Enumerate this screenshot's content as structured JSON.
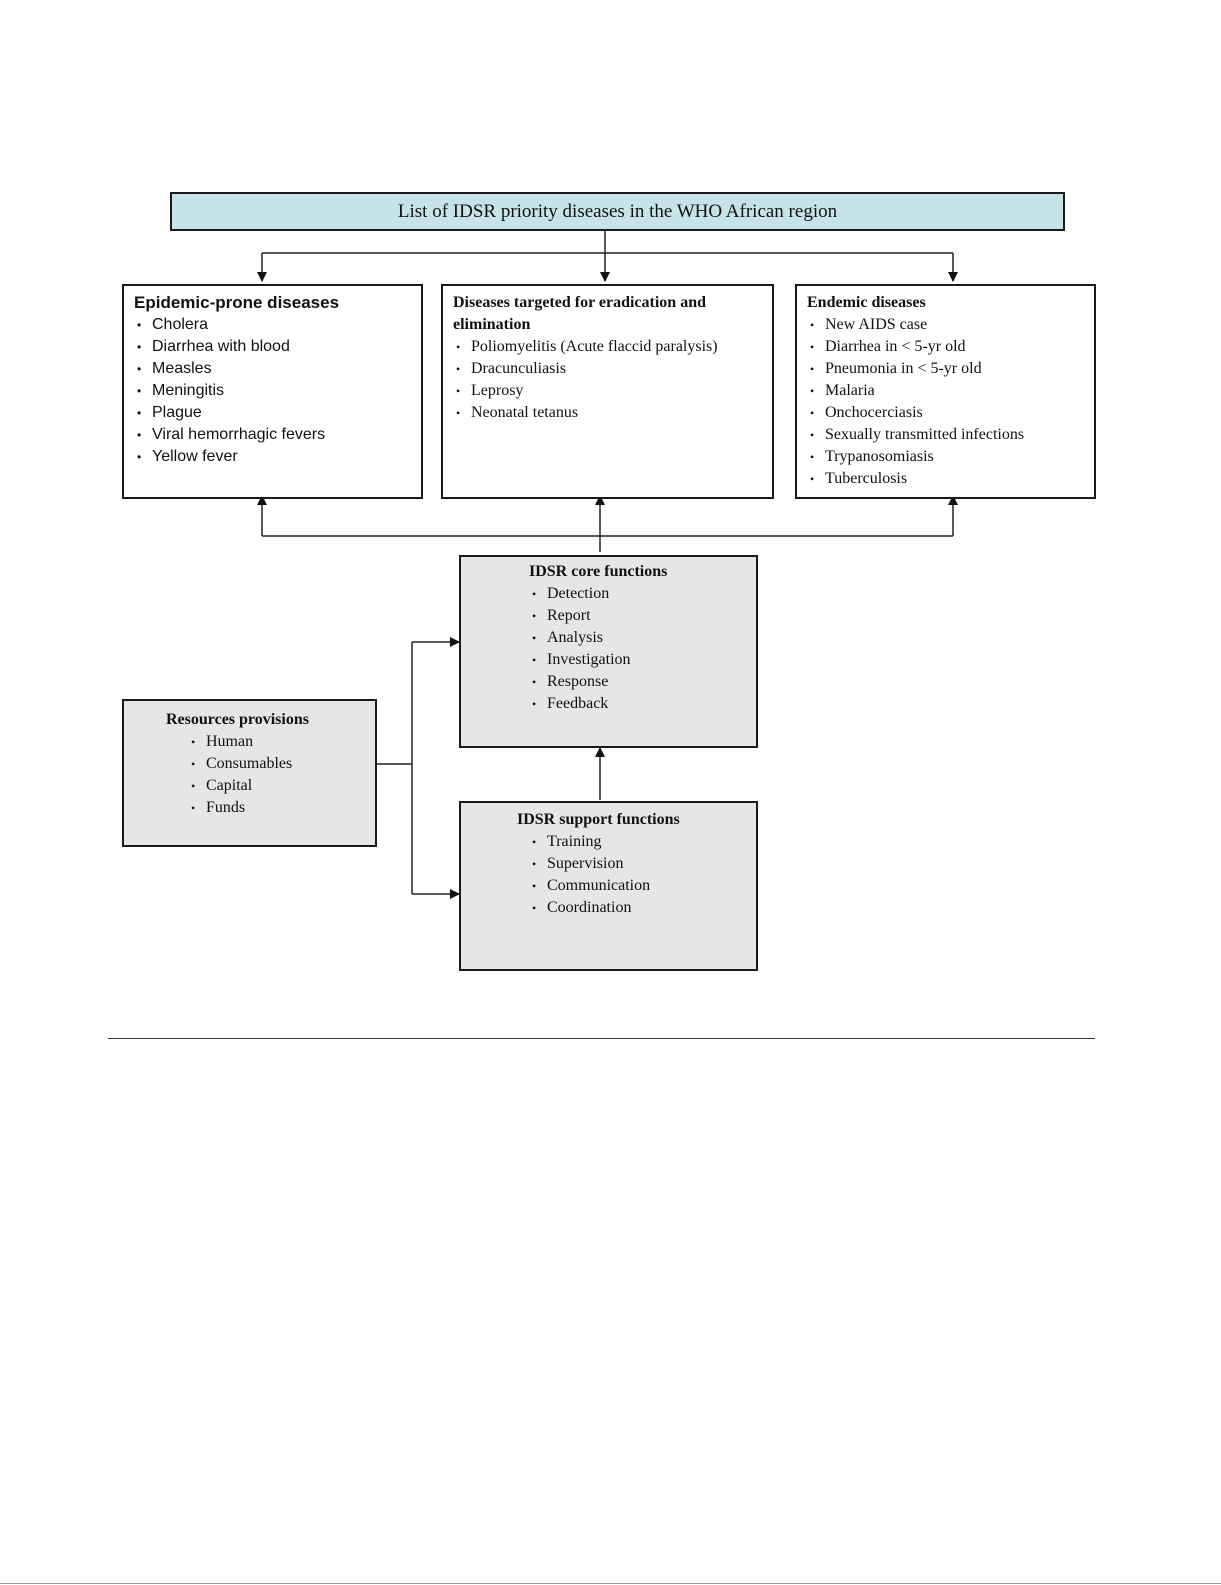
{
  "title": "List of IDSR priority diseases in the WHO African region",
  "epidemic": {
    "heading": "Epidemic-prone diseases",
    "items": [
      "Cholera",
      "Diarrhea with blood",
      "Measles",
      "Meningitis",
      "Plague",
      "Viral hemorrhagic fevers",
      "Yellow fever"
    ]
  },
  "eradication": {
    "heading_line1": "Diseases targeted for eradication and",
    "heading_line2": "elimination",
    "items": [
      "Poliomyelitis (Acute flaccid paralysis)",
      "Dracunculiasis",
      "Leprosy",
      "Neonatal tetanus"
    ]
  },
  "endemic": {
    "heading": "Endemic diseases",
    "items": [
      "New AIDS case",
      "Diarrhea in < 5-yr old",
      "Pneumonia in < 5-yr old",
      "Malaria",
      "Onchocerciasis",
      "Sexually transmitted infections",
      "Trypanosomiasis",
      "Tuberculosis"
    ]
  },
  "core": {
    "heading": "IDSR core functions",
    "items": [
      "Detection",
      "Report",
      "Analysis",
      "Investigation",
      "Response",
      "Feedback"
    ]
  },
  "resources": {
    "heading": "Resources provisions",
    "items": [
      "Human",
      "Consumables",
      "Capital",
      "Funds"
    ]
  },
  "support": {
    "heading": "IDSR support functions",
    "items": [
      "Training",
      "Supervision",
      "Communication",
      "Coordination"
    ]
  }
}
